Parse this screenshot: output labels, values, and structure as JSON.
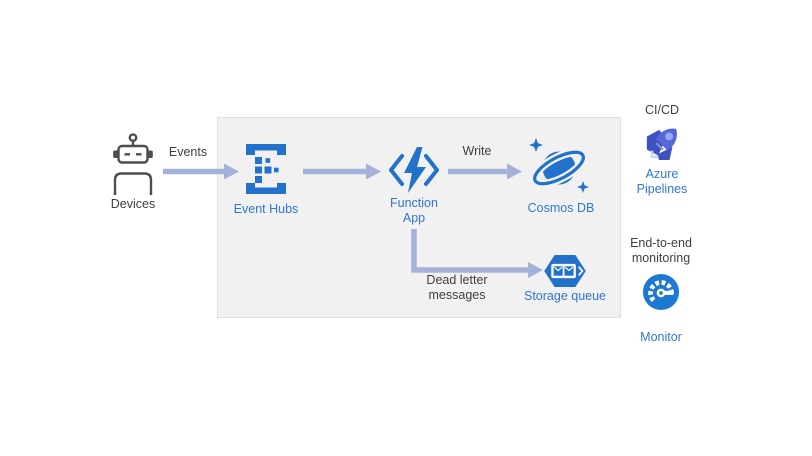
{
  "diagram": {
    "nodes": {
      "devices": {
        "label": "Devices"
      },
      "event_hubs": {
        "label": "Event Hubs"
      },
      "function_app": {
        "label": "Function App"
      },
      "cosmos_db": {
        "label": "Cosmos DB"
      },
      "storage_queue": {
        "label": "Storage queue"
      },
      "azure_pipelines": {
        "caption": "CI/CD",
        "label": "Azure Pipelines"
      },
      "monitor": {
        "caption": "End-to-end monitoring",
        "label": "Monitor"
      }
    },
    "edges": {
      "events": {
        "label": "Events"
      },
      "write": {
        "label": "Write"
      },
      "dead_letter": {
        "label": "Dead letter messages"
      }
    },
    "colors": {
      "azure_icon_blue": "#2272CC",
      "monitor_blue": "#1B79D2",
      "pipelines_dark_blue": "#3F51C1",
      "pipelines_light_blue": "#5568D8",
      "pipelines_window_blue": "#96A6F0",
      "arrow_blue_gray": "#A4B2DA",
      "label_blue": "#3077D0",
      "label_dark": "#3F3F3F",
      "robot_gray": "#4D4D4D",
      "panel_background": "#F1F1F2",
      "panel_border": "#E0E0E0"
    }
  }
}
